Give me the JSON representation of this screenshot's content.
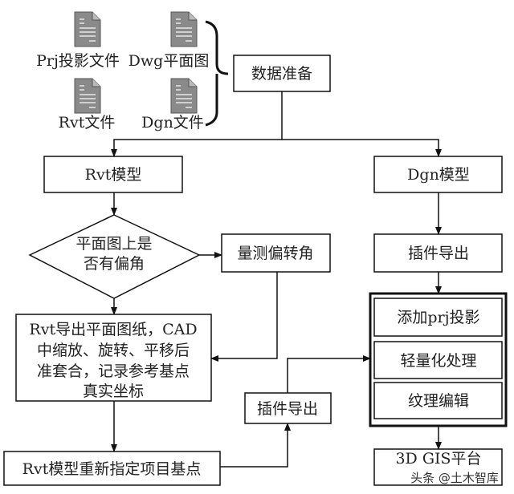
{
  "files": [
    {
      "label": "Prj投影文件",
      "icon": "document-icon"
    },
    {
      "label": "Dwg平面图",
      "icon": "document-icon"
    },
    {
      "label": "Rvt文件",
      "icon": "document-icon"
    },
    {
      "label": "Dgn文件",
      "icon": "document-icon"
    }
  ],
  "nodes": {
    "data_prep": "数据准备",
    "rvt_model": "Rvt模型",
    "dgn_model": "Dgn模型",
    "decision": [
      "平面图上是",
      "否有偏角"
    ],
    "measure": "量测偏转角",
    "rvt_export": [
      "Rvt导出平面图纸，CAD",
      "中缩放、旋转、平移后",
      "准套合，记录参考基点",
      "真实坐标"
    ],
    "rvt_reassign": "Rvt模型重新指定项目基点",
    "plugin_export_left": "插件导出",
    "plugin_export_right": "插件导出",
    "processing": [
      "添加prj投影",
      "轻量化处理",
      "纹理编辑"
    ],
    "gis": "3D GIS平台"
  },
  "watermark": "头条 @土木智库",
  "colors": {
    "line": "#111111",
    "icon": "#8a8a8a"
  }
}
